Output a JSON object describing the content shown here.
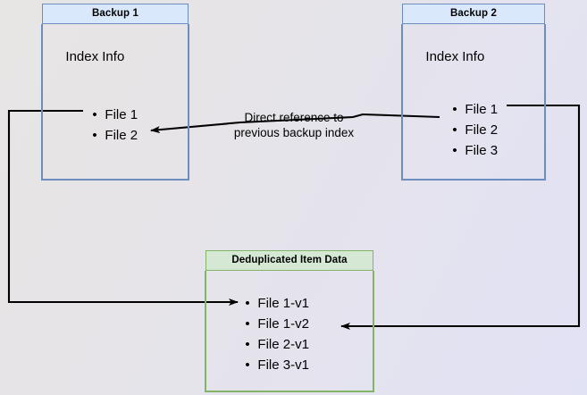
{
  "diagram": {
    "title_hidden": "",
    "background": {
      "from": "#e8e5e5",
      "to": "#e2e2f5"
    },
    "colors": {
      "blue_fill": "#dae8fc",
      "blue_stroke": "#6c8ebf",
      "green_fill": "#d5e8d4",
      "green_stroke": "#82b366",
      "connector": "#000000"
    },
    "boxes": [
      {
        "id": "backup1",
        "header": "Backup 1",
        "body_label": "Index Info",
        "items": [
          "File 1",
          "File 2"
        ]
      },
      {
        "id": "backup2",
        "header": "Backup 2",
        "body_label": "Index Info",
        "items": [
          "File 1",
          "File 2",
          "File 3"
        ]
      },
      {
        "id": "dedup",
        "header": "Deduplicated Item Data",
        "items": [
          "File 1-v1",
          "File 1-v2",
          "File 2-v1",
          "File 3-v1"
        ]
      }
    ],
    "annotations": {
      "direct_reference": {
        "line1": "Direct reference to",
        "line2": "previous backup index"
      }
    }
  }
}
